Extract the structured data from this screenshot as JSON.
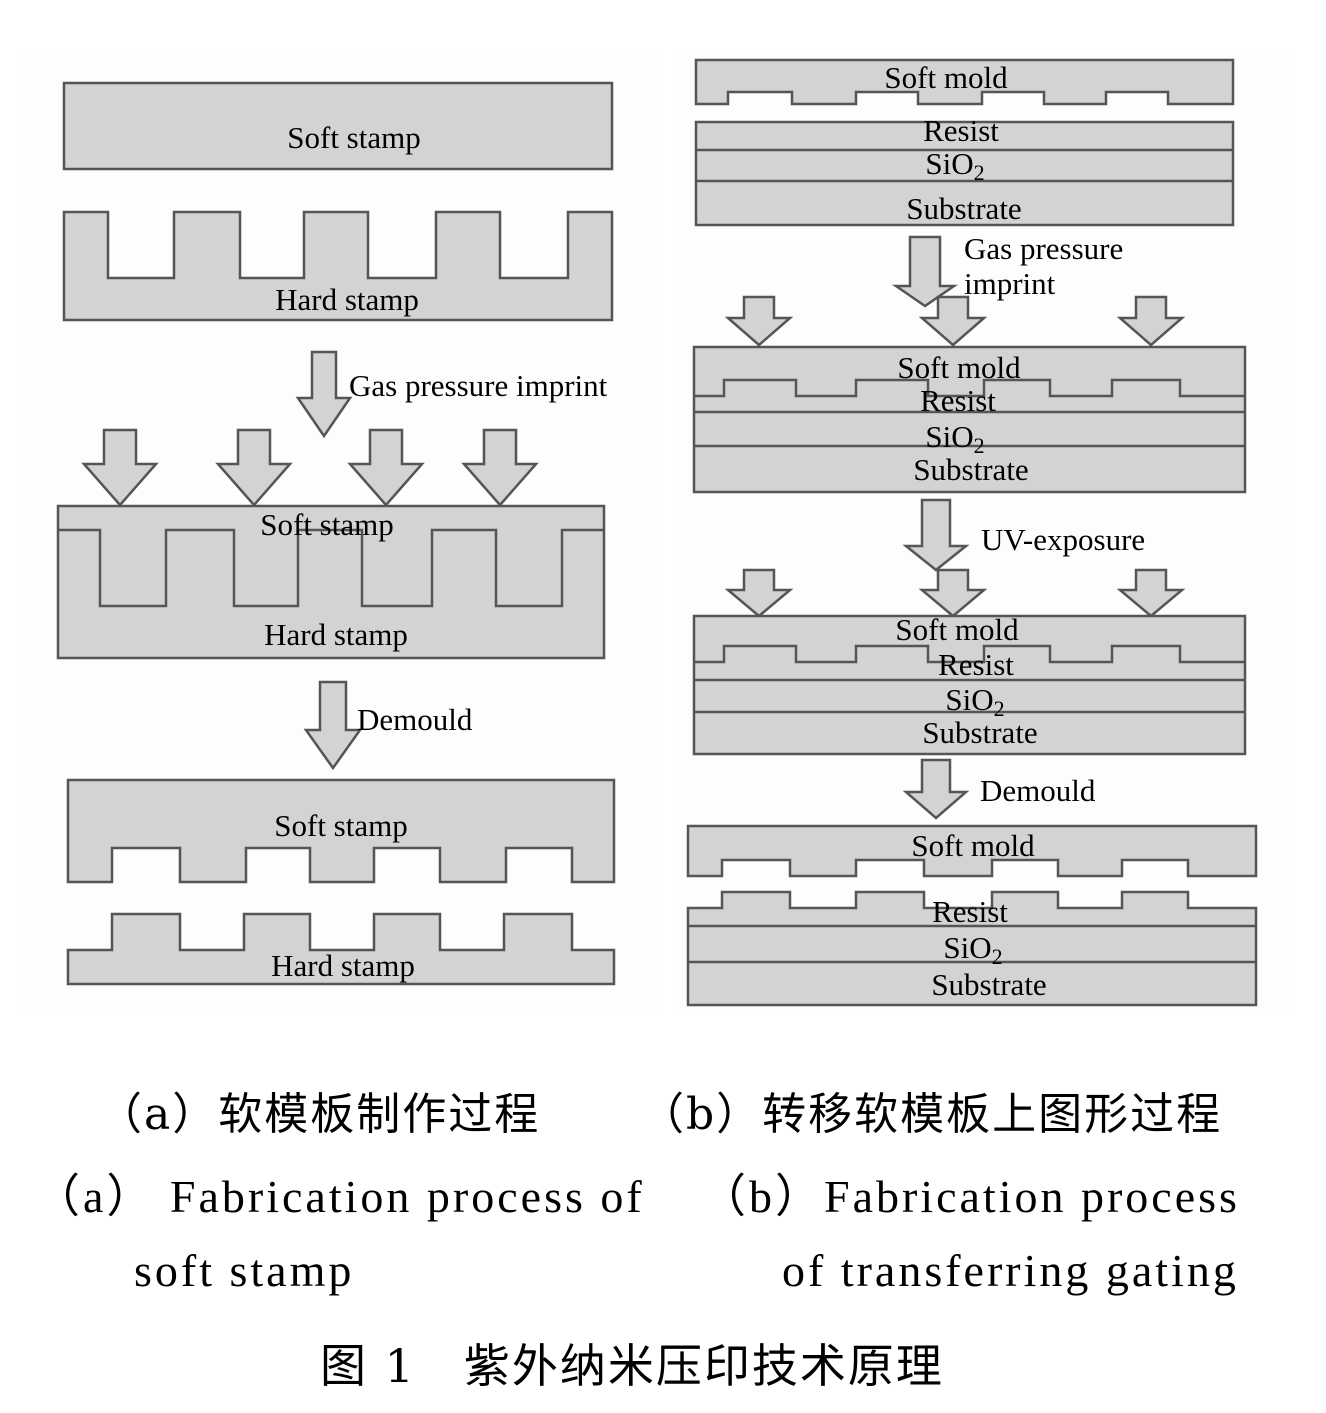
{
  "panel_a": {
    "step1": {
      "top": "Soft stamp",
      "bottom": "Hard stamp"
    },
    "arrow1": "Gas pressure imprint",
    "step2": {
      "top": "Soft stamp",
      "bottom": "Hard stamp"
    },
    "arrow2": "Demould",
    "step3": {
      "top": "Soft stamp",
      "bottom": "Hard stamp"
    }
  },
  "panel_b": {
    "step1": {
      "mold": "Soft mold",
      "resist": "Resist",
      "sio2": "SiO",
      "sio2_sub": "2",
      "substrate": "Substrate"
    },
    "arrow1_line1": "Gas pressure",
    "arrow1_line2": "imprint",
    "step2": {
      "mold": "Soft mold",
      "resist": "Resist",
      "sio2": "SiO",
      "sio2_sub": "2",
      "substrate": "Substrate"
    },
    "arrow2": "UV-exposure",
    "step3": {
      "mold": "Soft mold",
      "resist": "Resist",
      "sio2": "SiO",
      "sio2_sub": "2",
      "substrate": "Substrate"
    },
    "arrow3": "Demould",
    "step4": {
      "mold": "Soft mold",
      "resist": "Resist",
      "sio2": "SiO",
      "sio2_sub": "2",
      "substrate": "Substrate"
    }
  },
  "captions": {
    "a_cn": "（a）软模板制作过程",
    "b_cn": "（b）转移软模板上图形过程",
    "a_en_line1": "（a） Fabrication process of",
    "a_en_line2": "soft stamp",
    "b_en_line1": "（b）Fabrication process",
    "b_en_line2": "of transferring gating",
    "figure": "图 1　紫外纳米压印技术原理"
  },
  "colors": {
    "fill": "#d3d3d3",
    "stroke": "#555555"
  }
}
